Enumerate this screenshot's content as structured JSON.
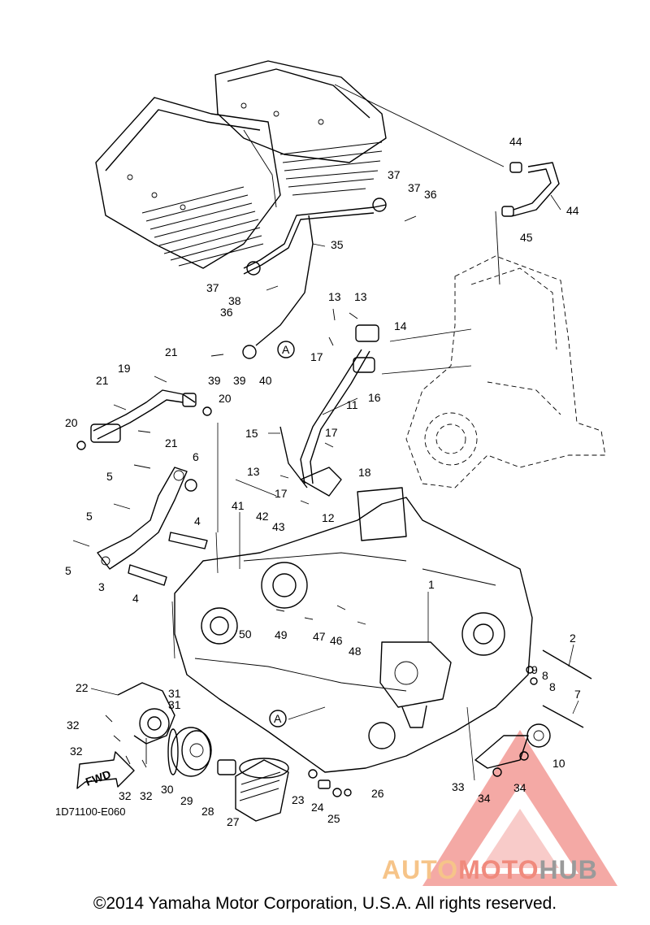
{
  "diagram": {
    "labels": [
      "1",
      "2",
      "3",
      "4",
      "4",
      "5",
      "5",
      "5",
      "6",
      "7",
      "8",
      "8",
      "9",
      "10",
      "11",
      "12",
      "13",
      "13",
      "13",
      "14",
      "15",
      "16",
      "17",
      "17",
      "17",
      "18",
      "19",
      "20",
      "20",
      "21",
      "21",
      "21",
      "22",
      "23",
      "24",
      "25",
      "26",
      "27",
      "28",
      "29",
      "30",
      "31",
      "31",
      "32",
      "32",
      "32",
      "32",
      "33",
      "34",
      "34",
      "35",
      "36",
      "36",
      "37",
      "37",
      "37",
      "38",
      "39",
      "39",
      "40",
      "41",
      "42",
      "43",
      "44",
      "44",
      "45",
      "46",
      "47",
      "48",
      "49",
      "50"
    ],
    "callout_a": "A",
    "drawing_code": "1D71100-E060",
    "fwd_label": "FWD"
  },
  "copyright": "©2014 Yamaha Motor Corporation, U.S.A. All rights reserved.",
  "watermark": {
    "part1": "AUTO",
    "part2": "MOTO",
    "part3": "HUB",
    "colors": {
      "auto": "#f6c489",
      "moto": "#f08a7d",
      "hub": "#9a9a9a",
      "triangle": "#e8423a"
    }
  }
}
